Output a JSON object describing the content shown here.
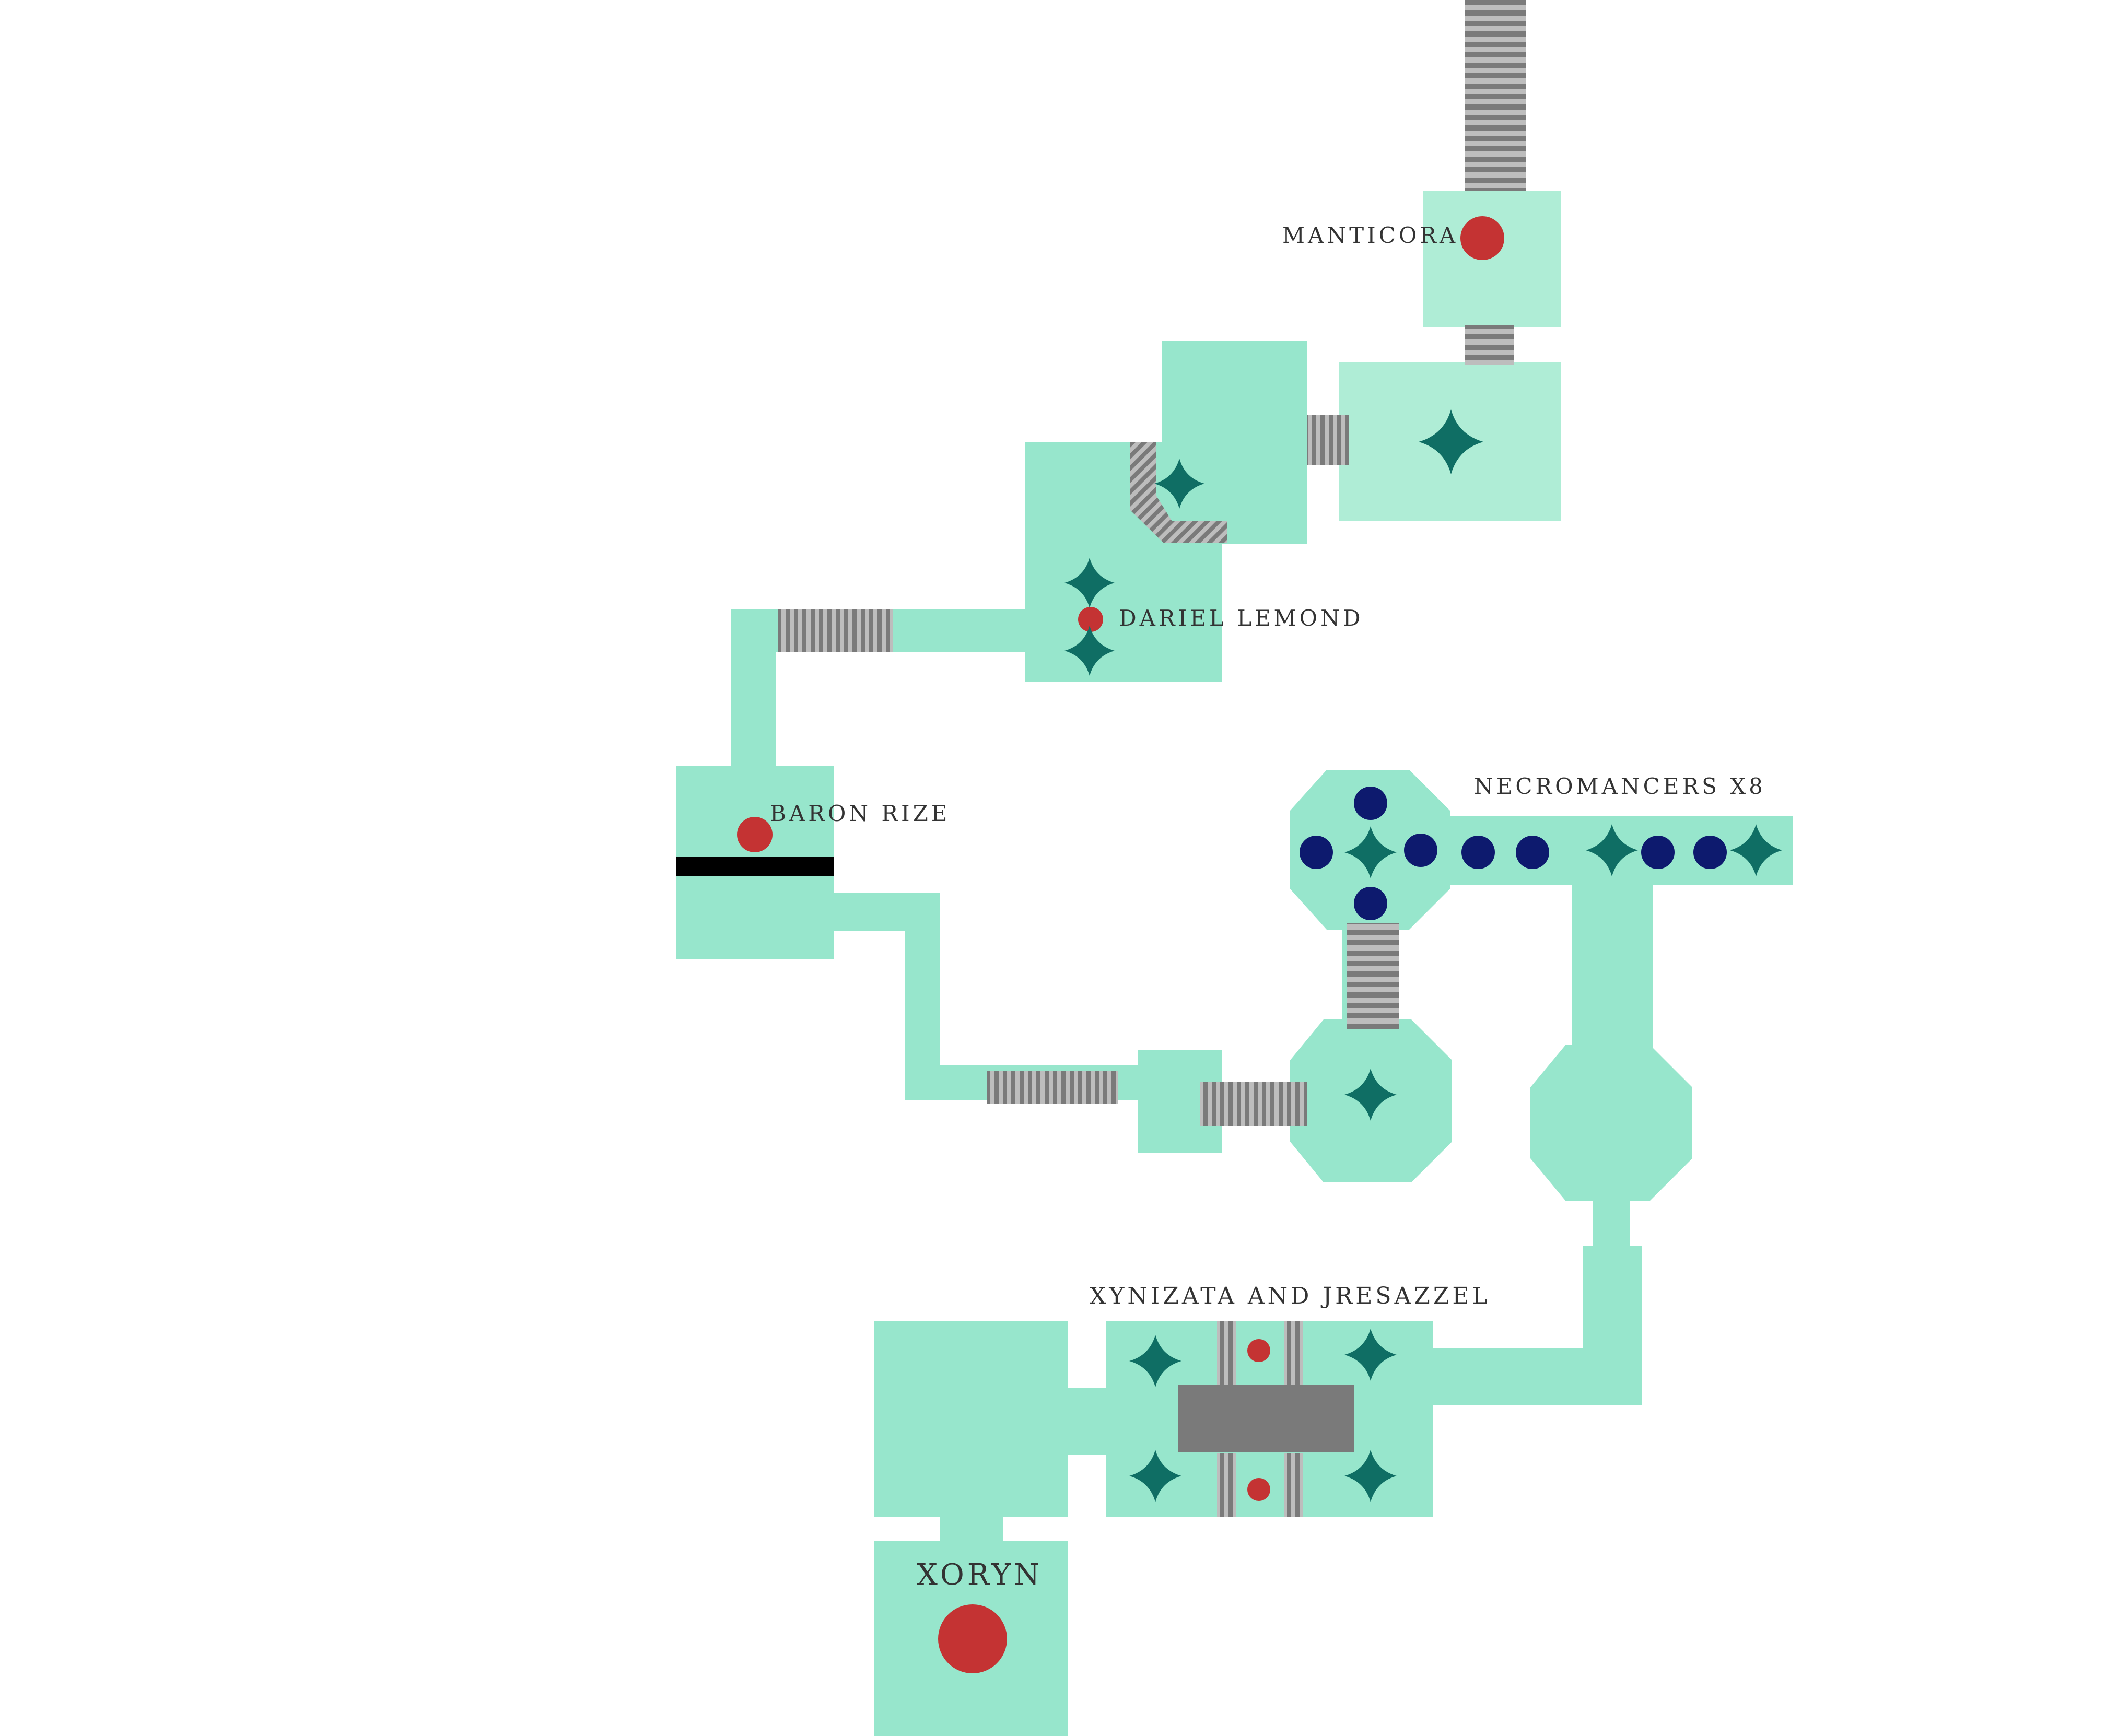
{
  "colors": {
    "floor": "#97e6cc",
    "floor_light": "#afedd6",
    "stair_dark": "#7a7a7a",
    "stair_light": "#bdbdbd",
    "boss": "#c43333",
    "trap": "#0f6e64",
    "necromancer": "#0d1a6e",
    "wall": "#000000",
    "platform": "#7a7a7a",
    "label": "#333333"
  },
  "legend_icons": {
    "boss_marker": "red-circle",
    "encounter_marker": "four-point-star",
    "minion_marker": "navy-circle",
    "stairs": "striped-stairs",
    "barrier": "black-bar",
    "platform": "grey-platform"
  },
  "labels": {
    "manticora": "MANTICORA",
    "dariel": "DARIEL LEMOND",
    "baron": "BARON RIZE",
    "necromancers": "NECROMANCERS X8",
    "xynizata": "XYNIZATA AND JRESAZZEL",
    "xoryn": "XORYN"
  }
}
